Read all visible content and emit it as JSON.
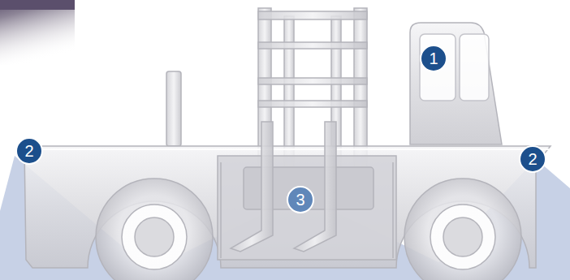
{
  "diagram": {
    "labels": [
      "1",
      "2",
      "2",
      "3"
    ]
  }
}
